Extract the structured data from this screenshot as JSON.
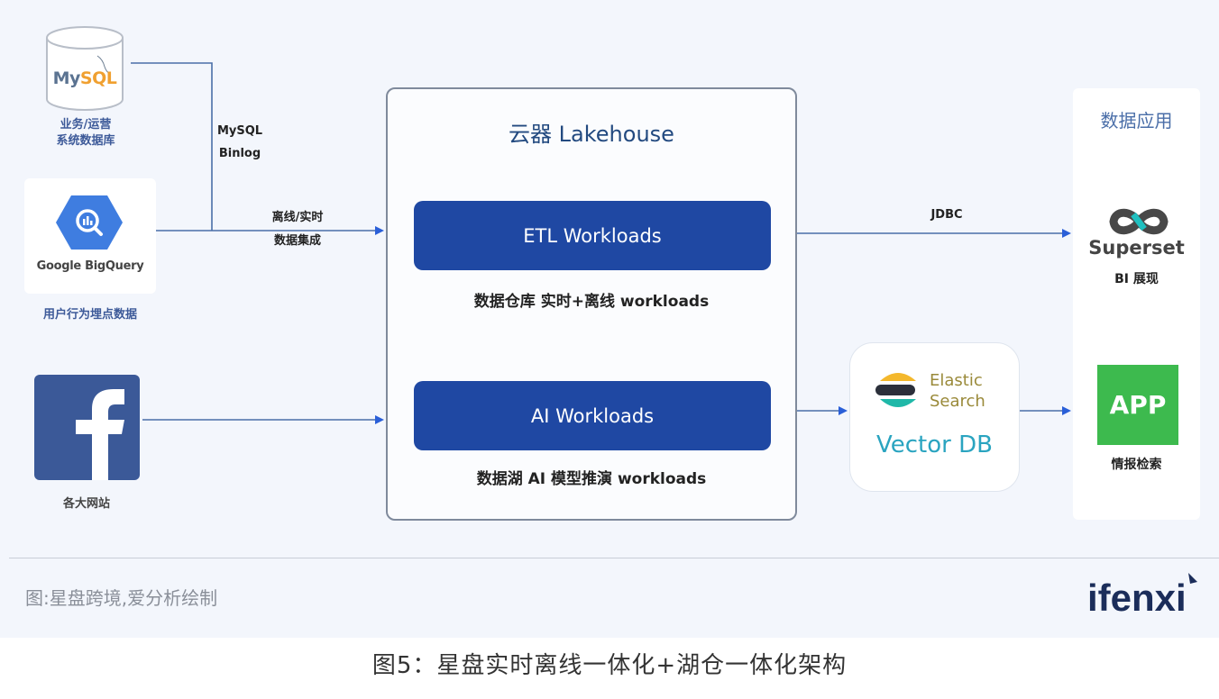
{
  "sources": {
    "mysql": {
      "logo_my": "My",
      "logo_sql": "SQL",
      "label_line1": "业务/运营",
      "label_line2": "系统数据库"
    },
    "bigquery": {
      "name": "Google BigQuery",
      "label": "用户行为埋点数据"
    },
    "facebook": {
      "glyph": "f",
      "label": "各大网站"
    }
  },
  "edges": {
    "mysql_binlog_line1": "MySQL",
    "mysql_binlog_line2": "Binlog",
    "integration_line1": "离线/实时",
    "integration_line2": "数据集成",
    "jdbc": "JDBC"
  },
  "lakehouse": {
    "title": "云器 Lakehouse",
    "etl": {
      "label": "ETL Workloads",
      "desc": "数据仓库 实时+离线 workloads"
    },
    "ai": {
      "label": "AI Workloads",
      "desc": "数据湖 AI 模型推演 workloads"
    }
  },
  "vector_db": {
    "es_line1": "Elastic",
    "es_line2": "Search",
    "label": "Vector DB"
  },
  "apps": {
    "title": "数据应用",
    "superset": {
      "name": "Superset",
      "label": "BI 展现"
    },
    "app": {
      "tile": "APP",
      "label": "情报检索"
    }
  },
  "footer": {
    "credit": "图:星盘跨境,爱分析绘制",
    "brand": "ifenxi"
  },
  "caption": "图5：星盘实时离线一体化+湖仓一体化架构",
  "colors": {
    "background": "#f3f6fc",
    "arrow": "#2a5fd8",
    "workload": "#1f48a3",
    "app_green": "#3dba4e",
    "facebook": "#3b5998",
    "vector_db": "#2aa4c0"
  }
}
